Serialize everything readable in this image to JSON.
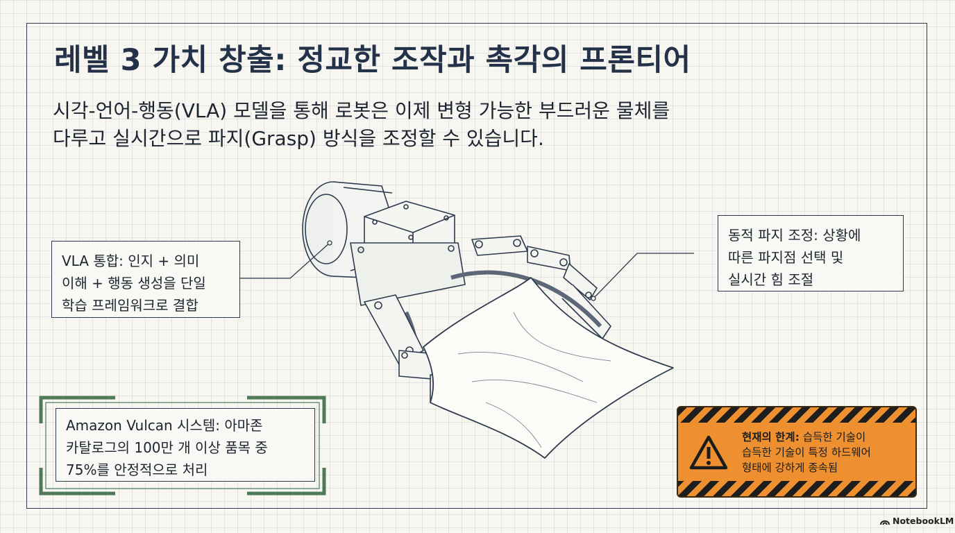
{
  "title": "레벨 3 가치 창출: 정교한 조작과 촉각의 프론티어",
  "subtitle": {
    "line1": "시각-언어-행동(VLA) 모델을 통해 로봇은 이제 변형 가능한 부드러운 물체를",
    "line2": "다루고 실시간으로 파지(Grasp) 방식을 조정할 수 있습니다."
  },
  "callouts": {
    "vla": {
      "line1": "VLA 통합: 인지 + 의미",
      "line2": "이해 + 행동 생성을 단일",
      "line3": "학습 프레임워크로 결합"
    },
    "dynamic": {
      "line1": "동적 파지 조정: 상황에",
      "line2": "따른 파지점 선택 및",
      "line3": "실시간 힘 조절"
    },
    "amazon": {
      "line1": "Amazon Vulcan 시스템: 아마존",
      "line2": "카탈로그의 100만 개 이상 품목 중",
      "line3": "75%를 안정적으로 처리"
    }
  },
  "warning": {
    "label": "현재의 한계:",
    "line1_rest": " 습득한 기술이",
    "line2": "습득한 기술이 특정 하드웨어",
    "line3": "형태에 강하게 종속됨",
    "icon": "warning-triangle-icon"
  },
  "branding": {
    "text": "NotebookLM",
    "icon": "notebooklm-logo-icon"
  },
  "colors": {
    "ink": "#2d3a4d",
    "title": "#233248",
    "warning_orange": "#ef9030",
    "bracket_green": "#4f7a58"
  }
}
